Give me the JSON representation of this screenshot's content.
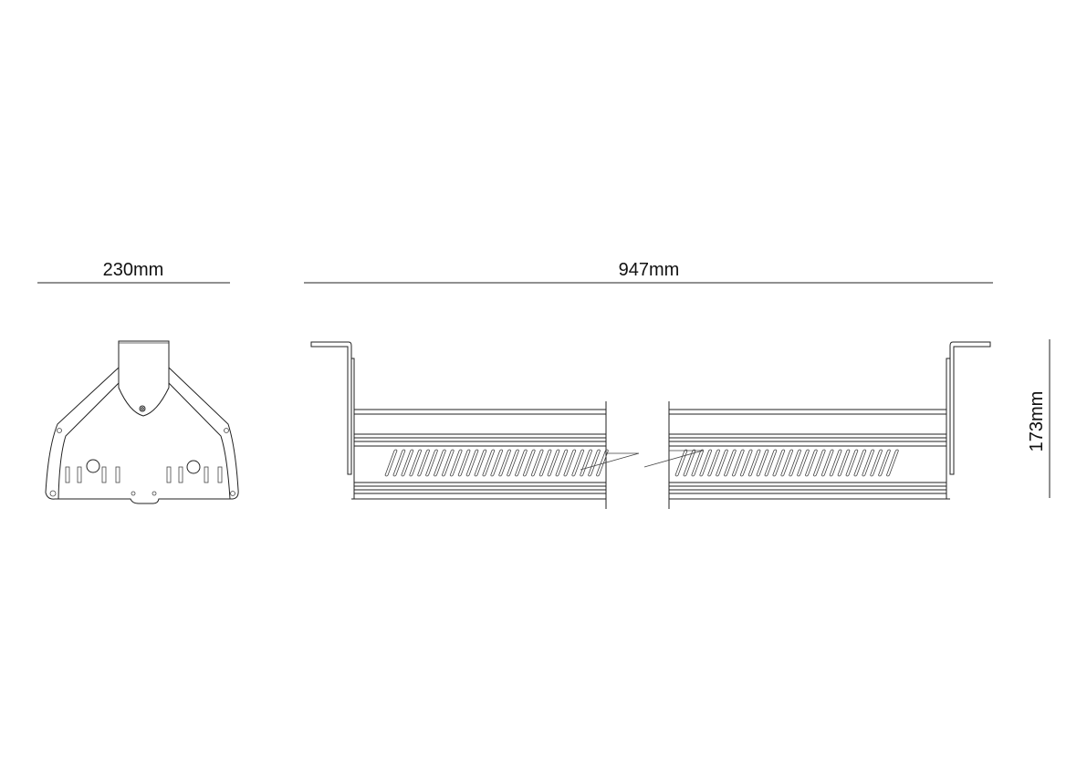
{
  "dimensions": {
    "width_label": "230mm",
    "length_label": "947mm",
    "height_label": "173mm"
  },
  "drawing": {
    "slot_count_per_section": 27,
    "line_color": "#222222"
  }
}
